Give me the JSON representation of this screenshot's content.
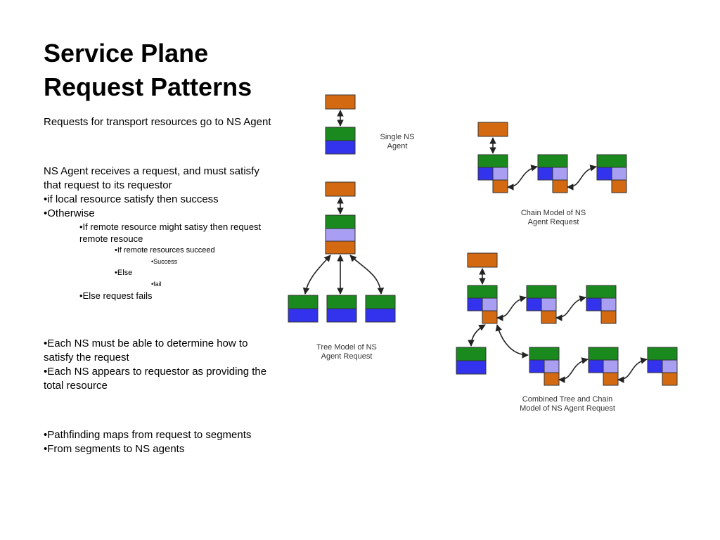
{
  "slide": {
    "title_line1": "Service Plane",
    "title_line2": "Request Patterns",
    "body": [
      {
        "level": 1,
        "text": "Requests for transport resources go to NS Agent"
      },
      {
        "level": 0,
        "gap": true
      },
      {
        "level": 1,
        "text": "NS Agent receives a request, and must satisfy that request to its requestor"
      },
      {
        "level": 1,
        "text": "•if local resource satisfy then success"
      },
      {
        "level": 1,
        "text": "•Otherwise"
      },
      {
        "level": 2,
        "text": "•If remote resource might satisy then request remote resouce"
      },
      {
        "level": 3,
        "text": "•If remote resources succeed"
      },
      {
        "level": 4,
        "text": "•Success"
      },
      {
        "level": 3,
        "text": "•Else"
      },
      {
        "level": 4,
        "text": "•fail"
      },
      {
        "level": 2,
        "text": "•Else request fails"
      },
      {
        "level": 0,
        "gap": true
      },
      {
        "level": 1,
        "text": "•Each NS must be able to determine how to satisfy the request"
      },
      {
        "level": 1,
        "text": "•Each NS appears to requestor as providing the total resource"
      },
      {
        "level": 0,
        "gap": true
      },
      {
        "level": 1,
        "text": "•Pathfinding maps from request to segments"
      },
      {
        "level": 1,
        "text": "•From segments to NS agents"
      }
    ]
  },
  "diagram": {
    "labels": {
      "single": [
        "Single NS",
        "Agent"
      ],
      "chain": [
        "Chain  Model of NS",
        "Agent Request"
      ],
      "tree": [
        "Tree  Model of NS",
        "Agent Request"
      ],
      "combined": [
        "Combined Tree and Chain",
        "Model of NS Agent Request"
      ]
    },
    "colors": {
      "orange": "#d36a12",
      "green": "#1a8a1e",
      "blue": "#3333ee",
      "lavender": "#a89ef2",
      "stroke": "#333333"
    }
  }
}
